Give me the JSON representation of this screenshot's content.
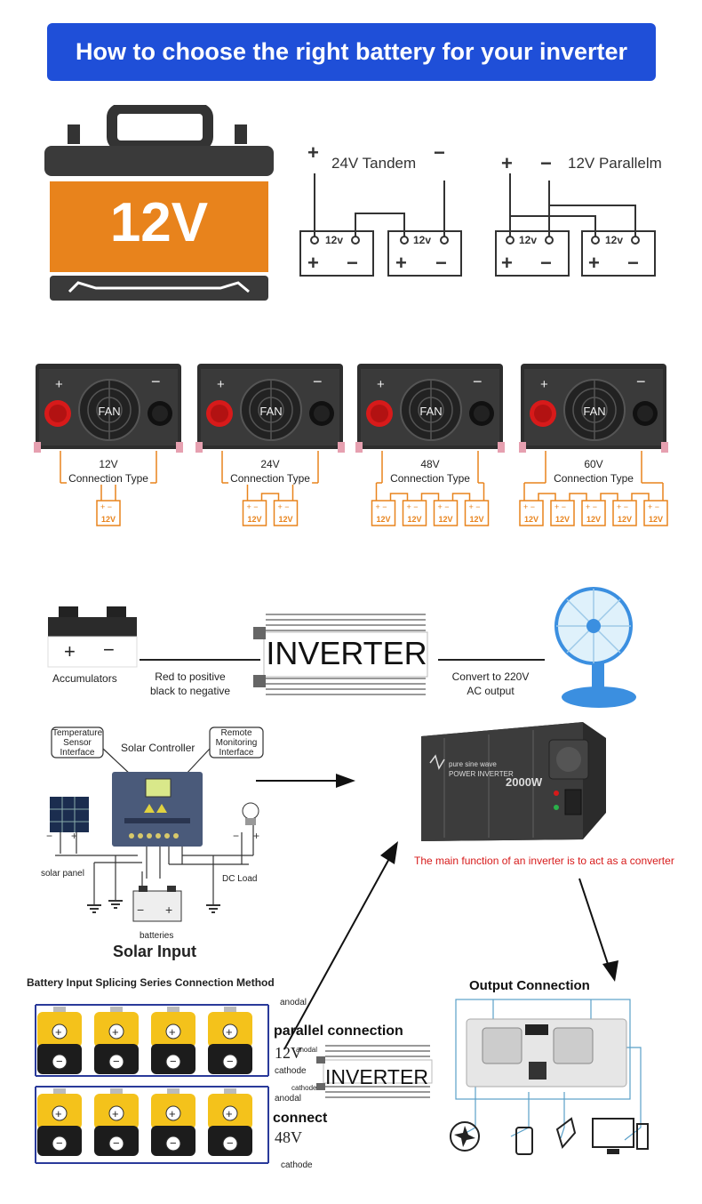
{
  "title": "How to choose the right battery for your inverter",
  "battery_big": {
    "label": "12V"
  },
  "tandem": {
    "title": "24V Tandem",
    "cell_label": "12v"
  },
  "parallel": {
    "title": "12V Parallelm",
    "cell_label": "12v"
  },
  "inverters": [
    {
      "voltage": "12V",
      "conn": "Connection Type",
      "fan": "FAN",
      "cells": 1
    },
    {
      "voltage": "24V",
      "conn": "Connection Type",
      "fan": "FAN",
      "cells": 2
    },
    {
      "voltage": "48V",
      "conn": "Connection Type",
      "fan": "FAN",
      "cells": 4
    },
    {
      "voltage": "60V",
      "conn": "Connection Type",
      "fan": "FAN",
      "cells": 5
    }
  ],
  "small_cell_label": "12V",
  "flow": {
    "accumulators": "Accumulators",
    "wiring_1": "Red to positive",
    "wiring_2": "black to negative",
    "inverter_box": "INVERTER",
    "convert_1": "Convert to 220V",
    "convert_2": "AC output"
  },
  "solar": {
    "temp_sensor": "Temperature Sensor Interface",
    "controller": "Solar Controller",
    "remote": "Remote Monitoring Interface",
    "panel": "solar panel",
    "dc_load": "DC Load",
    "batteries": "batteries",
    "heading": "Solar Input"
  },
  "power_inverter": {
    "brand_1": "pure sine wave",
    "brand_2": "POWER INVERTER",
    "rating": "2000W",
    "caption": "The main function of an inverter is to act as a converter"
  },
  "battery_series": {
    "heading": "Battery Input Splicing Series Connection Method",
    "anodal": "anodal",
    "cathode": "cathode",
    "parallel": "parallel connection",
    "v12": "12V",
    "connect": "connect",
    "v48": "48V",
    "inverter_box": "INVERTER"
  },
  "output": {
    "heading": "Output Connection"
  },
  "colors": {
    "title_bg": "#1f4fd8",
    "orange": "#e8831c",
    "dark": "#3a3a3a",
    "red": "#d71a1a"
  }
}
